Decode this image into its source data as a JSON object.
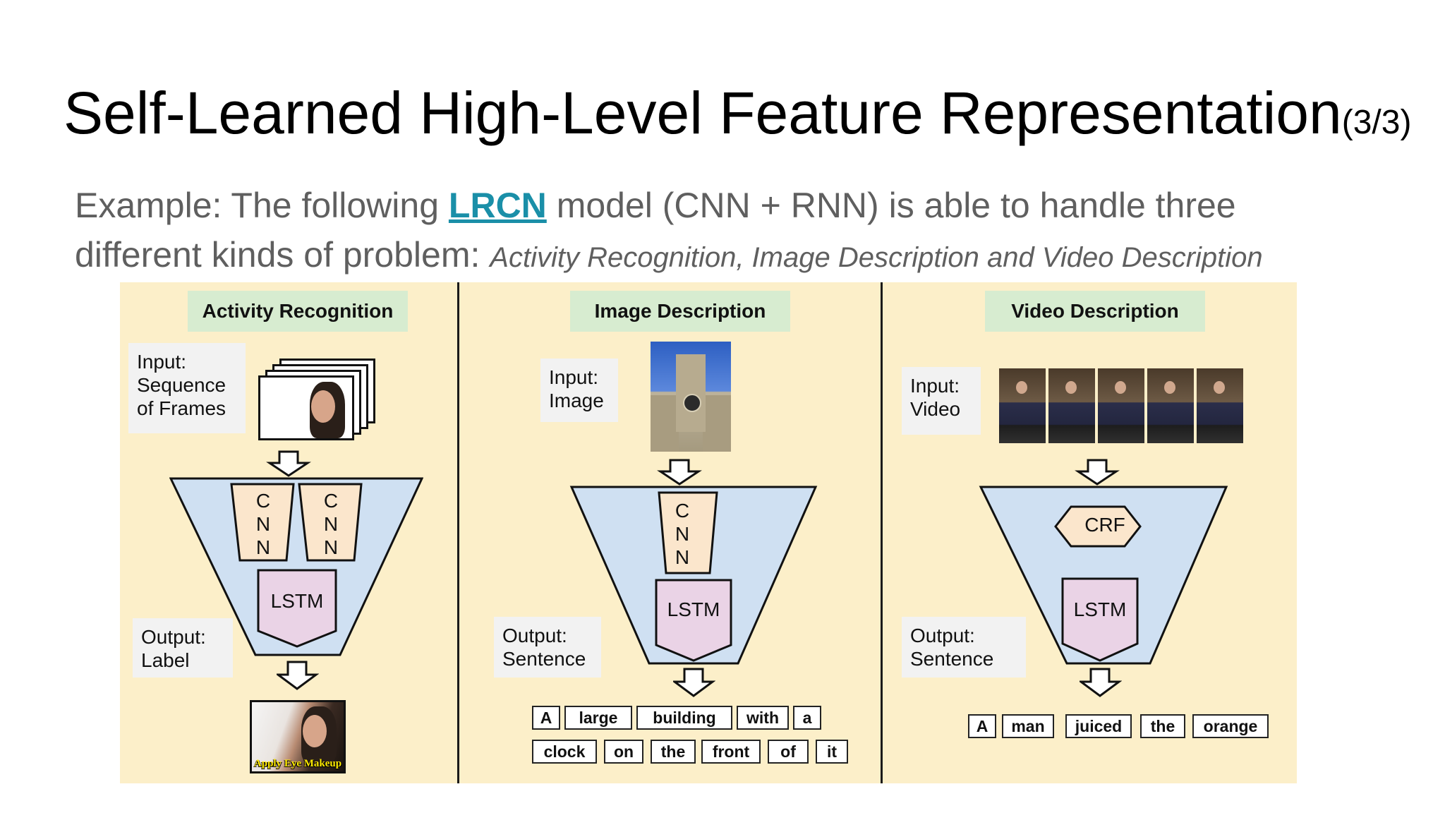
{
  "slide": {
    "title": "Self-Learned High-Level Feature Representation",
    "title_suffix": "(3/3)",
    "subtitle_prefix": "Example: The following ",
    "subtitle_link": "LRCN",
    "subtitle_rest": " model (CNN + RNN) is able to handle three",
    "subtitle_line2": "different kinds of problem: ",
    "subtitle_italic": "Activity Recognition, Image Description and Video Description"
  },
  "diagram": {
    "activity": {
      "title": "Activity Recognition",
      "input_lines": [
        "Input:",
        "Sequence",
        "of Frames"
      ],
      "cnn_letters": [
        "C",
        "N",
        "N"
      ],
      "lstm": "LSTM",
      "output_lines": [
        "Output:",
        "Label"
      ],
      "result_caption": "Apply Eye Makeup"
    },
    "image": {
      "title": "Image Description",
      "input_lines": [
        "Input:",
        "Image"
      ],
      "cnn_letters": [
        "C",
        "N",
        "N"
      ],
      "lstm": "LSTM",
      "output_lines": [
        "Output:",
        "Sentence"
      ],
      "words_row1": [
        "A",
        "large",
        "building",
        "with",
        "a"
      ],
      "words_row2": [
        "clock",
        "on",
        "the",
        "front",
        "of",
        "it"
      ]
    },
    "video": {
      "title": "Video Description",
      "input_lines": [
        "Input:",
        "Video"
      ],
      "crf": "CRF",
      "lstm": "LSTM",
      "output_lines": [
        "Output:",
        "Sentence"
      ],
      "words": [
        "A",
        "man",
        "juiced",
        "the",
        "orange"
      ]
    }
  },
  "colors": {
    "panel_bg": "#fcefc9",
    "header_bg": "#d7ecd0",
    "funnel_fill": "#cfe0f2",
    "cnn_fill": "#fbe6cc",
    "lstm_fill": "#ead3e6",
    "link": "#1a8fa8"
  }
}
